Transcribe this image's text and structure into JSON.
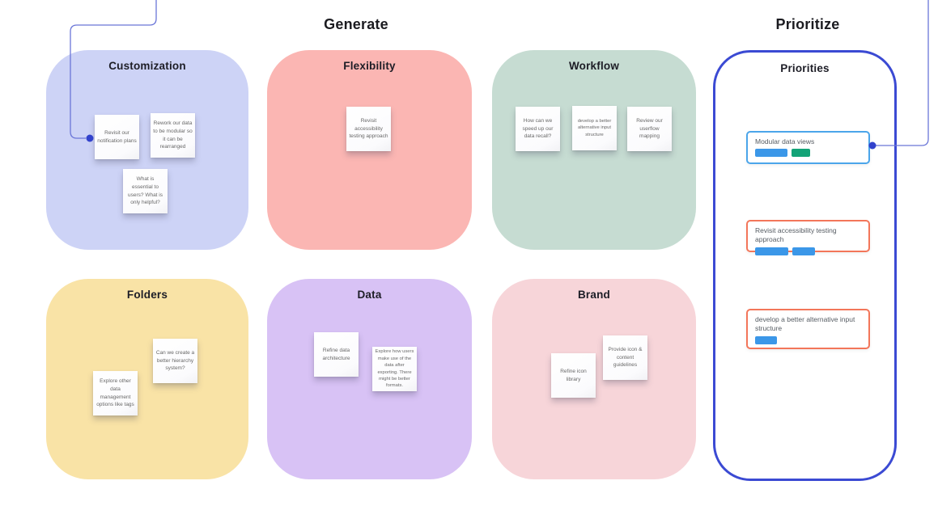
{
  "headers": {
    "generate": "Generate",
    "prioritize": "Prioritize"
  },
  "sections": {
    "customization": {
      "title": "Customization",
      "notes": [
        "Revisit our notification plans",
        "Rework our data to be modular so it can be rearranged",
        "What is essential to users? What is only helpful?"
      ]
    },
    "flexibility": {
      "title": "Flexibility",
      "notes": [
        "Revisit accessibility testing approach"
      ]
    },
    "workflow": {
      "title": "Workflow",
      "notes": [
        "How can we speed up our data recall?",
        "develop a better alternative input structure",
        "Review our userflow mapping"
      ]
    },
    "folders": {
      "title": "Folders",
      "notes": [
        "Can we create a better hierarchy system?",
        "Explore other data management options like tags"
      ]
    },
    "data": {
      "title": "Data",
      "notes": [
        "Refine data architecture",
        "Explore how users make use of the data after exporting. There might be better formats."
      ]
    },
    "brand": {
      "title": "Brand",
      "notes": [
        "Refine icon library",
        "Provide icon & content guidelines"
      ]
    }
  },
  "priorities": {
    "title": "Priorities",
    "cards": [
      {
        "label": "Modular data views",
        "border": "blue",
        "votes": [
          {
            "color": "blue",
            "width": 40
          },
          {
            "color": "green",
            "width": 23
          }
        ]
      },
      {
        "label": "Revisit accessibility testing approach",
        "border": "orange",
        "votes": [
          {
            "color": "blue",
            "width": 41
          },
          {
            "color": "blue",
            "width": 28
          }
        ]
      },
      {
        "label": "develop a better alternative input structure",
        "border": "orange",
        "votes": [
          {
            "color": "blue",
            "width": 27
          }
        ]
      }
    ]
  },
  "connectors": [
    {
      "id": "left",
      "attached_to": "Revisit our notification plans sticky note",
      "exits": "top edge of canvas"
    },
    {
      "id": "right",
      "attached_to": "Modular data views priority card",
      "exits": "top edge of canvas"
    }
  ],
  "colors": {
    "canvas_bg": "#ffffff",
    "customization_bg": "#cdd3f6",
    "flexibility_bg": "#fbb6b3",
    "workflow_bg": "#c6dcd2",
    "folders_bg": "#f9e3a6",
    "data_bg": "#d8c2f5",
    "brand_bg": "#f7d5d9",
    "priorities_border": "#3b4ad3",
    "connector_line": "#6b76d8",
    "connector_dot": "#3242cc",
    "card_blue_border": "#4ba5ea",
    "card_orange_border": "#f3765a",
    "vote_bar_blue": "#3b97e8",
    "vote_bar_green": "#13a377"
  }
}
